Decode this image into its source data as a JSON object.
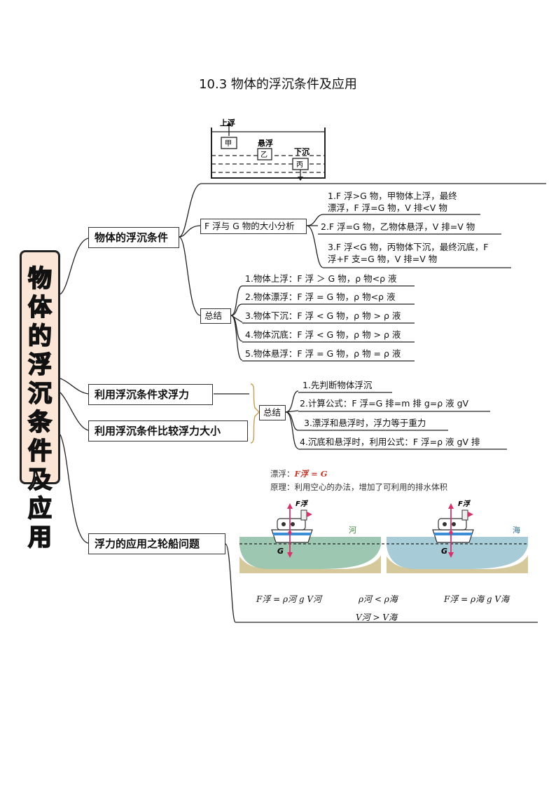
{
  "title": "10.3 物体的浮沉条件及应用",
  "root": {
    "label": "物体的浮沉条件及应用",
    "chars": [
      "物",
      "体",
      "的",
      "浮",
      "沉",
      "条",
      "件",
      "及",
      "应",
      "用"
    ]
  },
  "diagram_top": {
    "labels": {
      "up": "上浮",
      "suspend": "悬浮",
      "sink": "下沉"
    },
    "objects": {
      "a": "甲",
      "b": "乙",
      "c": "丙"
    }
  },
  "branch1": {
    "label": "物体的浮沉条件",
    "analysis": {
      "label": "F 浮与 G 物的大小分析",
      "items": [
        [
          "1.F 浮>G 物，甲物体上浮，最终",
          "漂浮，F 浮=G 物，V 排<V 物"
        ],
        [
          "2.F 浮=G 物，乙物体悬浮，V 排=V 物"
        ],
        [
          "3.F 浮<G 物，丙物体下沉，最终沉底，F",
          "浮+F 支=G 物，V 排=V 物"
        ]
      ]
    },
    "summary": {
      "label": "总结",
      "items": [
        "1.物体上浮：F 浮 ＞ G 物，ρ 物<ρ 液",
        "2.物体漂浮：F 浮 = G 物，ρ 物<ρ 液",
        "3.物体下沉：F 浮 < G 物，ρ 物 > ρ 液",
        "4.物体沉底：F 浮 < G 物，ρ 物 > ρ 液",
        "5.物体悬浮：F 浮 = G 物，ρ 物 = ρ 液"
      ]
    }
  },
  "branch2": {
    "label": "利用浮沉条件求浮力"
  },
  "branch3": {
    "label": "利用浮沉条件比较浮力大小"
  },
  "summary2": {
    "label": "总结",
    "items": [
      "1.先判断物体浮沉",
      "2.计算公式：F 浮=G 排=m 排 g=ρ 液 gV",
      "3.漂浮和悬浮时，浮力等于重力",
      "4.沉底和悬浮时，利用公式：F 浮=ρ 液 gV 排"
    ]
  },
  "branch4": {
    "label": "浮力的应用之轮船问题"
  },
  "ship": {
    "line1_label": "漂浮：",
    "line1_formula": "F浮 = G",
    "line2": "原理：利用空心的办法，增加了可利用的排水体积",
    "river": "河",
    "sea": "海",
    "f_label": "F浮",
    "g_label": "G",
    "formula_left": "F浮 = ρ河 g V河",
    "formula_mid": "ρ河 < ρ海",
    "formula_right": "F浮 = ρ海 g V海",
    "formula_bottom": "V河 > V海"
  },
  "colors": {
    "root_fill": "#fbe5d6",
    "arrow_red": "#d6336c",
    "river_water": "#9dc7b0",
    "sea_water": "#a8cbd8",
    "ground": "#c7b57a"
  }
}
